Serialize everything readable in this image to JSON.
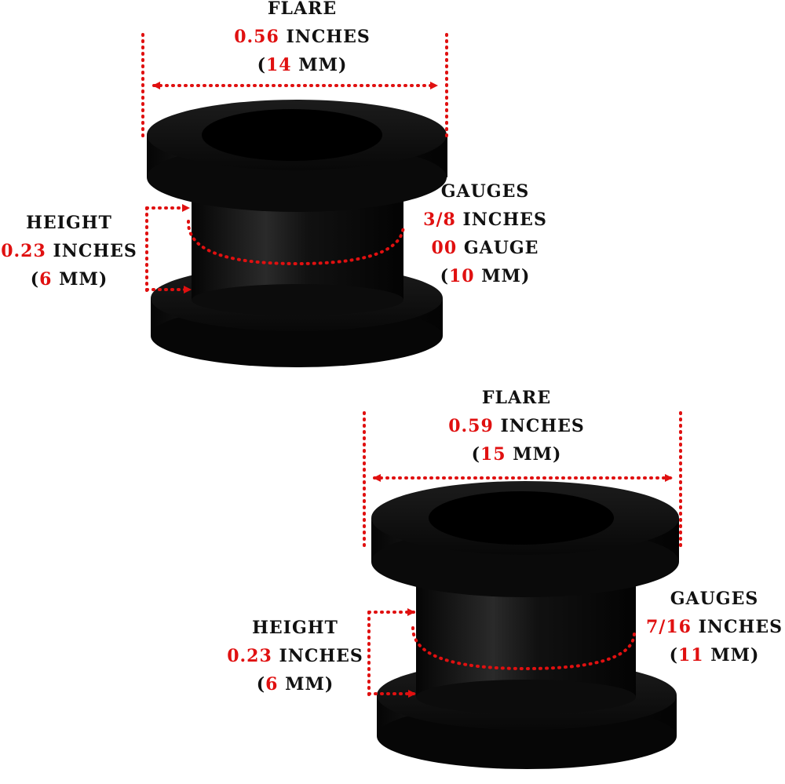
{
  "colors": {
    "background": "#ffffff",
    "plug": "#0b0b0b",
    "measure_line": "#e01010",
    "label_text": "#111111",
    "label_number": "#e01010"
  },
  "plugs": [
    {
      "flare": {
        "title": "FLARE",
        "inches_value": "0.56",
        "inches_unit": "INCHES",
        "mm_open": "(",
        "mm_value": "14",
        "mm_unit": "MM)"
      },
      "height": {
        "title": "HEIGHT",
        "inches_value": "0.23",
        "inches_unit": "INCHES",
        "mm_open": "(",
        "mm_value": "6",
        "mm_unit": "MM)"
      },
      "gauges": {
        "title": "GAUGES",
        "lines": [
          {
            "value": "3/8",
            "unit": "INCHES"
          },
          {
            "value": "00",
            "unit": "GAUGE"
          },
          {
            "open": "(",
            "value": "10",
            "unit": "MM)"
          }
        ]
      }
    },
    {
      "flare": {
        "title": "FLARE",
        "inches_value": "0.59",
        "inches_unit": "INCHES",
        "mm_open": "(",
        "mm_value": "15",
        "mm_unit": "MM)"
      },
      "height": {
        "title": "HEIGHT",
        "inches_value": "0.23",
        "inches_unit": "INCHES",
        "mm_open": "(",
        "mm_value": "6",
        "mm_unit": "MM)"
      },
      "gauges": {
        "title": "GAUGES",
        "lines": [
          {
            "value": "7/16",
            "unit": "INCHES"
          },
          {
            "open": "(",
            "value": "11",
            "unit": "MM)"
          }
        ]
      }
    }
  ]
}
